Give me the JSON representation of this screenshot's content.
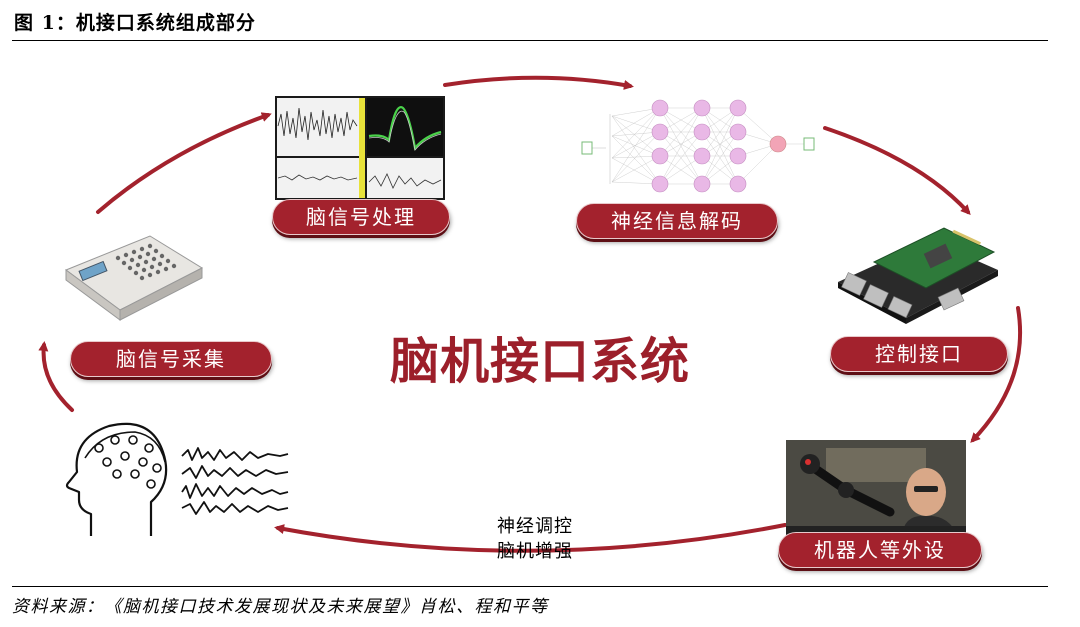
{
  "figure_title": "图 1：机接口系统组成部分",
  "center_title": "脑机接口系统",
  "stages": {
    "acquisition": "脑信号采集",
    "processing": "脑信号处理",
    "decoding": "神经信息解码",
    "control": "控制接口",
    "peripheral": "机器人等外设"
  },
  "modulation": {
    "line1": "神经调控",
    "line2": "脑机增强"
  },
  "source": "资料来源：《脑机接口技术发展现状及未来展望》肖松、程和平等",
  "colors": {
    "accent": "#a3222d",
    "arrow": "#a3222d"
  }
}
